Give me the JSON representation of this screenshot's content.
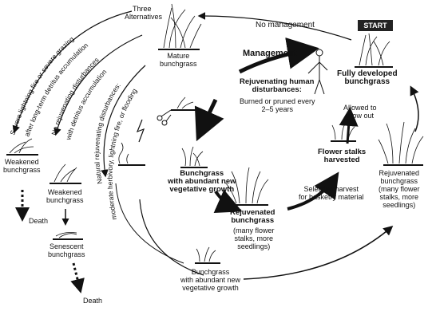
{
  "start": "START",
  "top": {
    "no_management": "No management",
    "three_alternatives_1": "Three",
    "three_alternatives_2": "Alternatives",
    "management": "Management"
  },
  "nodes": {
    "mature": "Mature\nbunchgrass",
    "fully_developed": "Fully developed\nbunchgrass",
    "rejuvenating_title": "Rejuvenating human\ndisturbances:",
    "rejuvenating_detail": "Burned or pruned every\n2–5 years",
    "allowed_grow": "Allowed to\ngrow out",
    "flower_stalks": "Flower stalks\nharvested",
    "bunch_new_top": "Bunchgrass\nwith abundant new\nvegetative growth",
    "selective_harvest": "Selective harvest\nfor basketry material",
    "rejuv_center": "Rejuvenated\nbunchgrass",
    "rejuv_center_detail": "(many flower\nstalks, more\nseedlings)",
    "rejuv_right": "Rejuvenated\nbunchgrass\n(many flower\nstalks, more\nseedlings)",
    "bunch_new_bottom": "Bunchgrass\nwith abundant new\nvegetative growth",
    "weakened_1": "Weakened\nbunchgrass",
    "weakened_2": "Weakened\nbunchgrass",
    "senescent": "Senescent\nbunchgrass",
    "death_1": "Death",
    "death_2": "Death"
  },
  "arc_labels": {
    "severe_1": "Severe lightning fire or severe grazing",
    "severe_2": "after long-term detritus accumulation",
    "no_rejuv_1": "No rejuvenating disturbances",
    "no_rejuv_2": "with detritus accumulation",
    "natural_1": "Natural rejuvenating disturbances:",
    "natural_2": "moderate herbivory, lightning fire, or flooding"
  }
}
